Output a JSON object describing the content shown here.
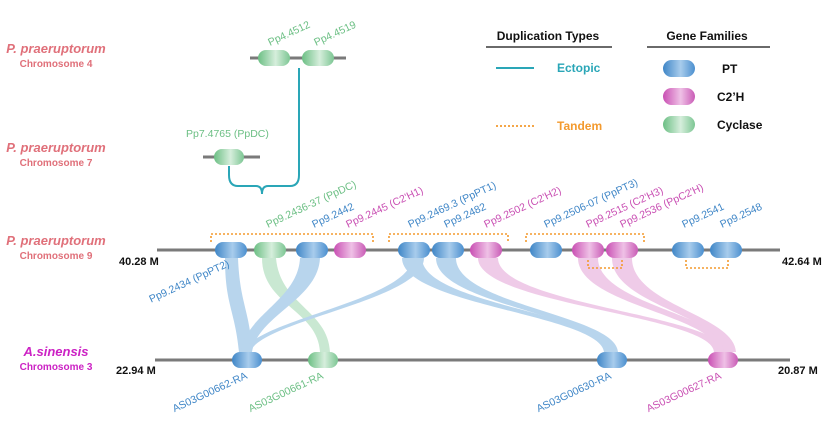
{
  "species": {
    "pp": "P. praeruptorum",
    "as": "A.sinensis"
  },
  "chromosomes": {
    "chrom4": "Chromosome 4",
    "chrom7": "Chromosome 7",
    "chrom9": "Chromosome 9",
    "as3": "Chromosome 3"
  },
  "positions": {
    "chrom9_start": "40.28 M",
    "chrom9_end": "42.64 M",
    "as3_start": "22.94 M",
    "as3_end": "20.87 M"
  },
  "genes": {
    "pp4_4512": "Pp4.4512",
    "pp4_4519": "Pp4.4519",
    "pp7_4765": "Pp7.4765 (PpDC)",
    "pp9_2434": "Pp9.2434 (PpPT2)",
    "pp9_2436": "Pp9.2436-37 (PpDC)",
    "pp9_2442": "Pp9.2442",
    "pp9_2445": "Pp9.2445 (C2'H1)",
    "pp9_2469": "Pp9.2469.3 (PpPT1)",
    "pp9_2482": "Pp9.2482",
    "pp9_2502": "Pp9.2502 (C2'H2)",
    "pp9_2506": "Pp9.2506-07 (PpPT3)",
    "pp9_2515": "Pp9.2515 (C2'H3)",
    "pp9_2536": "Pp9.2536 (PpC2'H)",
    "pp9_2541": "Pp9.2541",
    "pp9_2548": "Pp9.2548",
    "as03g00662": "AS03G00662-RA",
    "as03g00661": "AS03G00661-RA",
    "as03g00630": "AS03G00630-RA",
    "as03g00627": "AS03G00627-RA"
  },
  "legend": {
    "dup_title": "Duplication Types",
    "ectopic": "Ectopic",
    "tandem": "Tandem",
    "fam_title": "Gene Families",
    "pt": "PT",
    "ch": "C2’H",
    "cy": "Cyclase"
  },
  "colors": {
    "pt": "#3f86c7",
    "c2h": "#c94fb3",
    "cyclase": "#6cbf84",
    "ectopic": "#2aa6b7",
    "tandem": "#f39a2e",
    "pp_species": "#e0707a",
    "as_species": "#cc22c4"
  }
}
